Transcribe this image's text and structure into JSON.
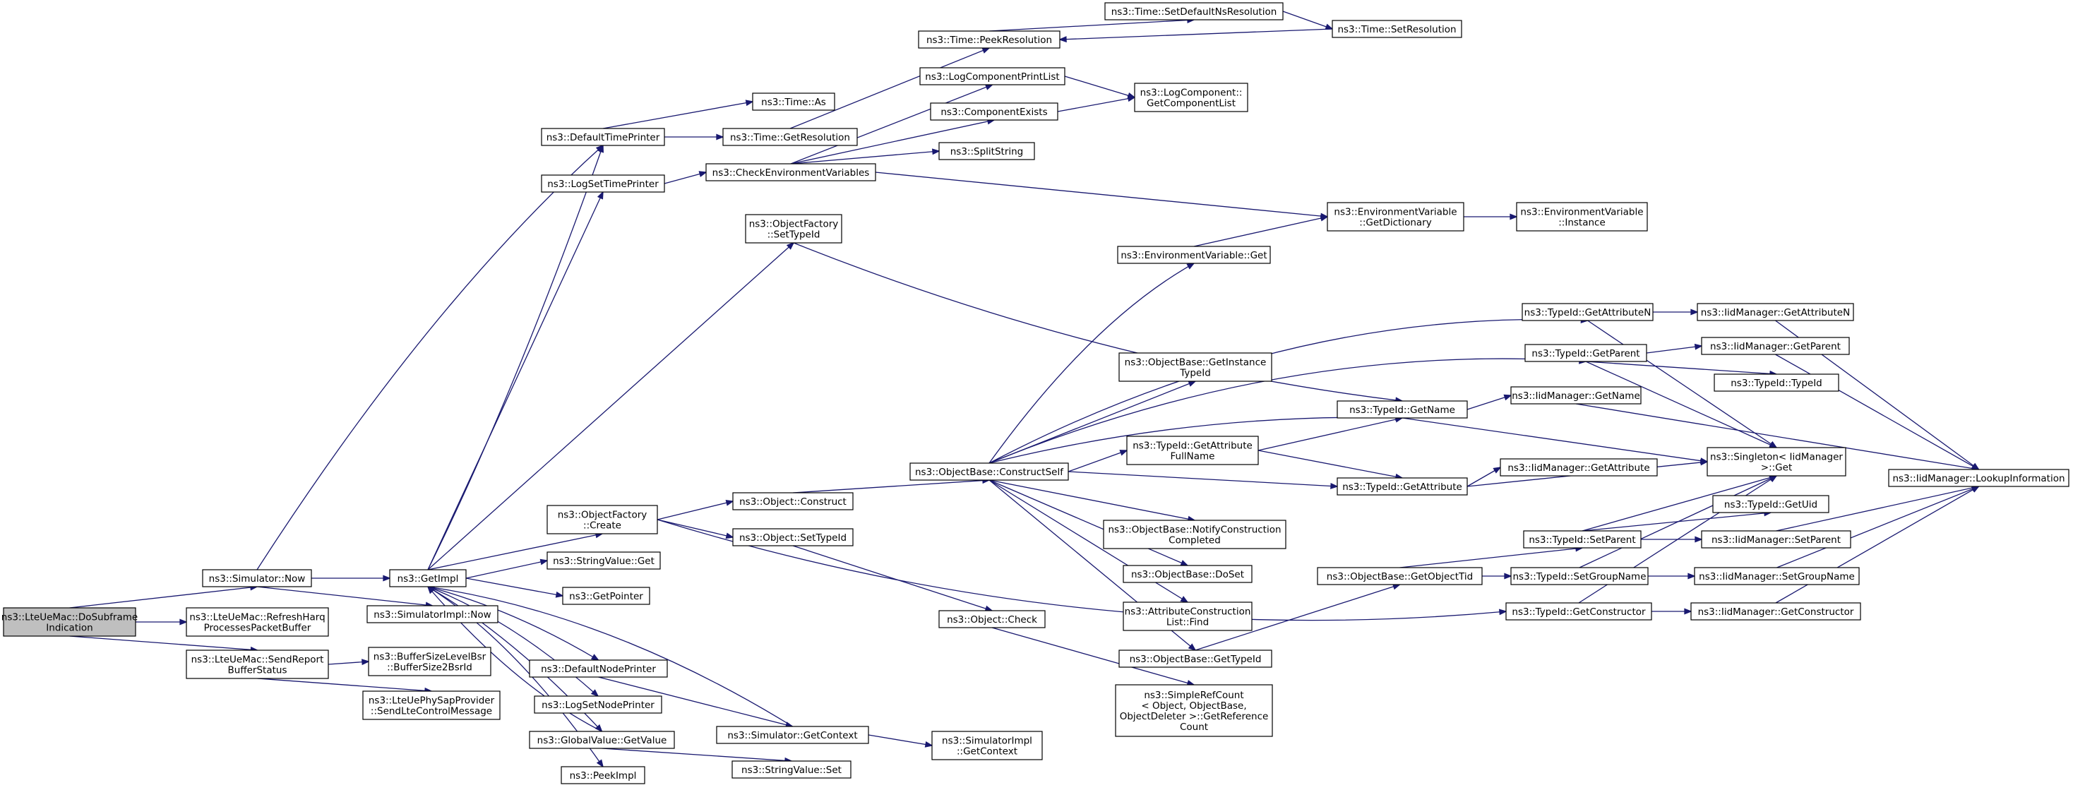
{
  "graph": {
    "colors": {
      "edge": "#191970",
      "node_border": "#000000",
      "root_fill": "#bfbfbf",
      "node_fill": "#ffffff"
    },
    "nodes": [
      {
        "id": "root",
        "lines": [
          "ns3::LteUeMac::DoSubframe",
          "Indication"
        ],
        "root": true
      },
      {
        "id": "now",
        "lines": [
          "ns3::Simulator::Now"
        ]
      },
      {
        "id": "refresh",
        "lines": [
          "ns3::LteUeMac::RefreshHarq",
          "ProcessesPacketBuffer"
        ]
      },
      {
        "id": "sendreport",
        "lines": [
          "ns3::LteUeMac::SendReport",
          "BufferStatus"
        ]
      },
      {
        "id": "getimpl",
        "lines": [
          "ns3::GetImpl"
        ]
      },
      {
        "id": "simimplnow",
        "lines": [
          "ns3::SimulatorImpl::Now"
        ]
      },
      {
        "id": "bsr",
        "lines": [
          "ns3::BufferSizeLevelBsr",
          "::BufferSize2BsrId"
        ]
      },
      {
        "id": "sendlte",
        "lines": [
          "ns3::LteUePhySapProvider",
          "::SendLteControlMessage"
        ]
      },
      {
        "id": "deftimeprinter",
        "lines": [
          "ns3::DefaultTimePrinter"
        ]
      },
      {
        "id": "logsettime",
        "lines": [
          "ns3::LogSetTimePrinter"
        ]
      },
      {
        "id": "objfactcreate",
        "lines": [
          "ns3::ObjectFactory",
          "::Create"
        ]
      },
      {
        "id": "strget",
        "lines": [
          "ns3::StringValue::Get"
        ]
      },
      {
        "id": "getpointer",
        "lines": [
          "ns3::GetPointer"
        ]
      },
      {
        "id": "defnodeprinter",
        "lines": [
          "ns3::DefaultNodePrinter"
        ]
      },
      {
        "id": "logsetnode",
        "lines": [
          "ns3::LogSetNodePrinter"
        ]
      },
      {
        "id": "globalget",
        "lines": [
          "ns3::GlobalValue::GetValue"
        ]
      },
      {
        "id": "peekimpl",
        "lines": [
          "ns3::PeekImpl"
        ]
      },
      {
        "id": "timeas",
        "lines": [
          "ns3::Time::As"
        ]
      },
      {
        "id": "timegetres",
        "lines": [
          "ns3::Time::GetResolution"
        ]
      },
      {
        "id": "checkenv",
        "lines": [
          "ns3::CheckEnvironmentVariables"
        ]
      },
      {
        "id": "objfactset",
        "lines": [
          "ns3::ObjectFactory",
          "::SetTypeId"
        ]
      },
      {
        "id": "objconstruct",
        "lines": [
          "ns3::Object::Construct"
        ]
      },
      {
        "id": "objsettype",
        "lines": [
          "ns3::Object::SetTypeId"
        ]
      },
      {
        "id": "objcheck",
        "lines": [
          "ns3::Object::Check"
        ]
      },
      {
        "id": "simgetctx",
        "lines": [
          "ns3::Simulator::GetContext"
        ]
      },
      {
        "id": "strset",
        "lines": [
          "ns3::StringValue::Set"
        ]
      },
      {
        "id": "simimplctx",
        "lines": [
          "ns3::SimulatorImpl",
          "::GetContext"
        ]
      },
      {
        "id": "peekres",
        "lines": [
          "ns3::Time::PeekResolution"
        ]
      },
      {
        "id": "logprint",
        "lines": [
          "ns3::LogComponentPrintList"
        ]
      },
      {
        "id": "compexists",
        "lines": [
          "ns3::ComponentExists"
        ]
      },
      {
        "id": "splitstr",
        "lines": [
          "ns3::SplitString"
        ]
      },
      {
        "id": "setdefns",
        "lines": [
          "ns3::Time::SetDefaultNsResolution"
        ]
      },
      {
        "id": "setres",
        "lines": [
          "ns3::Time::SetResolution"
        ]
      },
      {
        "id": "logcompget",
        "lines": [
          "ns3::LogComponent::",
          "GetComponentList"
        ]
      },
      {
        "id": "constructself",
        "lines": [
          "ns3::ObjectBase::ConstructSelf"
        ]
      },
      {
        "id": "envget",
        "lines": [
          "ns3::EnvironmentVariable::Get"
        ]
      },
      {
        "id": "obgetinst",
        "lines": [
          "ns3::ObjectBase::GetInstance",
          "TypeId"
        ]
      },
      {
        "id": "getattrfull",
        "lines": [
          "ns3::TypeId::GetAttribute",
          "FullName"
        ]
      },
      {
        "id": "notify",
        "lines": [
          "ns3::ObjectBase::NotifyConstruction",
          "Completed"
        ]
      },
      {
        "id": "doset",
        "lines": [
          "ns3::ObjectBase::DoSet"
        ]
      },
      {
        "id": "attrfind",
        "lines": [
          "ns3::AttributeConstruction",
          "List::Find"
        ]
      },
      {
        "id": "obgettype",
        "lines": [
          "ns3::ObjectBase::GetTypeId"
        ]
      },
      {
        "id": "refcount",
        "lines": [
          "ns3::SimpleRefCount",
          "< Object, ObjectBase,",
          "ObjectDeleter >::GetReference",
          "Count"
        ]
      },
      {
        "id": "envdict",
        "lines": [
          "ns3::EnvironmentVariable",
          "::GetDictionary"
        ]
      },
      {
        "id": "envinst",
        "lines": [
          "ns3::EnvironmentVariable",
          "::Instance"
        ]
      },
      {
        "id": "getattrn",
        "lines": [
          "ns3::TypeId::GetAttributeN"
        ]
      },
      {
        "id": "getparent",
        "lines": [
          "ns3::TypeId::GetParent"
        ]
      },
      {
        "id": "getname",
        "lines": [
          "ns3::TypeId::GetName"
        ]
      },
      {
        "id": "getattr",
        "lines": [
          "ns3::TypeId::GetAttribute"
        ]
      },
      {
        "id": "getobjtid",
        "lines": [
          "ns3::ObjectBase::GetObjectTid"
        ]
      },
      {
        "id": "setparent",
        "lines": [
          "ns3::TypeId::SetParent"
        ]
      },
      {
        "id": "setgroup",
        "lines": [
          "ns3::TypeId::SetGroupName"
        ]
      },
      {
        "id": "getctor",
        "lines": [
          "ns3::TypeId::GetConstructor"
        ]
      },
      {
        "id": "iidgetattrn",
        "lines": [
          "ns3::IidManager::GetAttributeN"
        ]
      },
      {
        "id": "iidgetparent",
        "lines": [
          "ns3::IidManager::GetParent"
        ]
      },
      {
        "id": "typeidtypeid",
        "lines": [
          "ns3::TypeId::TypeId"
        ]
      },
      {
        "id": "iidgetname",
        "lines": [
          "ns3::IidManager::GetName"
        ]
      },
      {
        "id": "singleton",
        "lines": [
          "ns3::Singleton< IidManager",
          ">::Get"
        ]
      },
      {
        "id": "iidgetattr",
        "lines": [
          "ns3::IidManager::GetAttribute"
        ]
      },
      {
        "id": "getuid",
        "lines": [
          "ns3::TypeId::GetUid"
        ]
      },
      {
        "id": "iidsetparent",
        "lines": [
          "ns3::IidManager::SetParent"
        ]
      },
      {
        "id": "iidsetgroup",
        "lines": [
          "ns3::IidManager::SetGroupName"
        ]
      },
      {
        "id": "iidgetctor",
        "lines": [
          "ns3::IidManager::GetConstructor"
        ]
      },
      {
        "id": "lookup",
        "lines": [
          "ns3::IidManager::LookupInformation"
        ]
      }
    ]
  }
}
